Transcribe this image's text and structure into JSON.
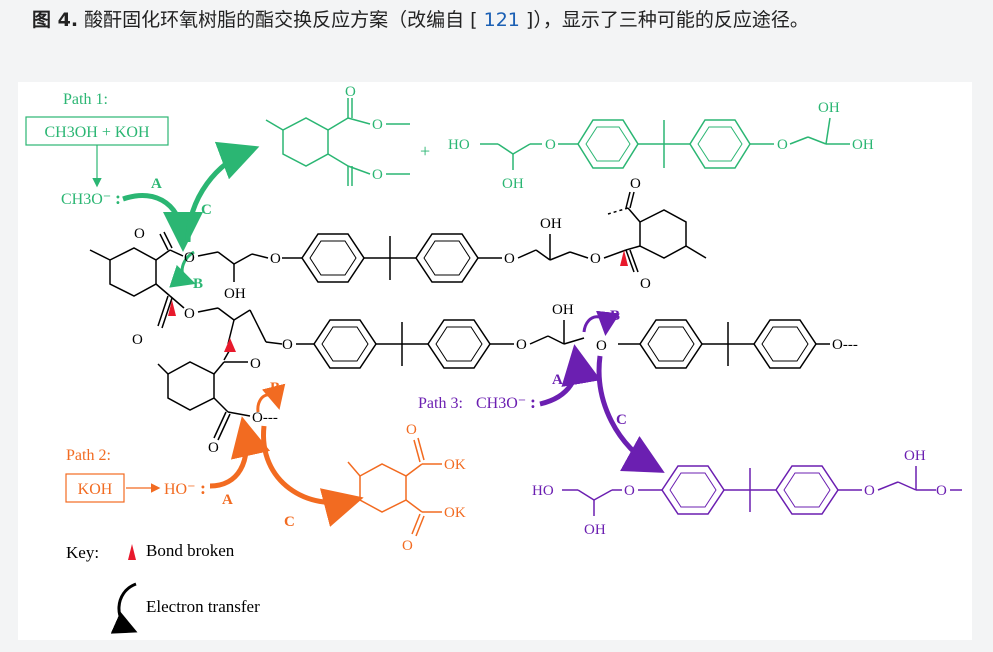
{
  "caption": {
    "label": "图 4.",
    "text_before": " 酸酐固化环氧树脂的酯交换反应方案（改编自 [ ",
    "ref": "121",
    "text_after": " ]），显示了三种可能的反应途径。"
  },
  "scheme": {
    "path1_label": "Path 1:",
    "path1_reagents": "CH3OH + KOH",
    "path2_label": "Path 2:",
    "path2_reagent": "KOH",
    "path3_label": "Path 3:",
    "methoxide": "CH3O⁻",
    "hydroxide": "HO⁻",
    "step_a": "A",
    "step_b": "B",
    "step_c": "C",
    "ok": "OK",
    "oh": "OH",
    "ho": "HO",
    "o": "O",
    "plus": "+",
    "chain_end": "O---",
    "key_label": "Key:",
    "key_bond": "Bond broken",
    "key_electron": "Electron transfer"
  },
  "colors": {
    "path1": "#2bb673",
    "path2": "#f26b21",
    "path3": "#6b1fb1",
    "bond_broken": "#e8192c",
    "structure": "#000000"
  }
}
